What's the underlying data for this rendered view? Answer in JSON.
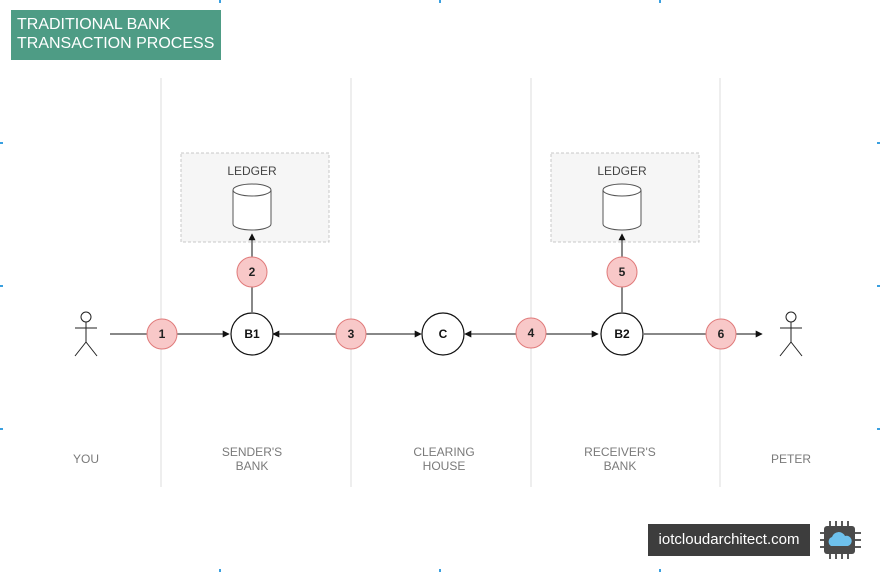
{
  "title": {
    "line1": "TRADITIONAL BANK",
    "line2": "TRANSACTION PROCESS"
  },
  "lanes": [
    {
      "label_line1": "YOU",
      "label_line2": ""
    },
    {
      "label_line1": "SENDER'S",
      "label_line2": "BANK"
    },
    {
      "label_line1": "CLEARING",
      "label_line2": "HOUSE"
    },
    {
      "label_line1": "RECEIVER'S",
      "label_line2": "BANK"
    },
    {
      "label_line1": "PETER",
      "label_line2": ""
    }
  ],
  "ledgers": [
    {
      "label": "LEDGER"
    },
    {
      "label": "LEDGER"
    }
  ],
  "nodes": {
    "b1": "B1",
    "c": "C",
    "b2": "B2"
  },
  "steps": [
    "1",
    "2",
    "3",
    "4",
    "5",
    "6"
  ],
  "brand": {
    "text": "iotcloudarchitect.com",
    "logo_icon": "cloud-chip-icon"
  },
  "colors": {
    "title_bg": "#4e9c85",
    "step_fill": "#f8c8c8",
    "step_stroke": "#e07a7a"
  }
}
